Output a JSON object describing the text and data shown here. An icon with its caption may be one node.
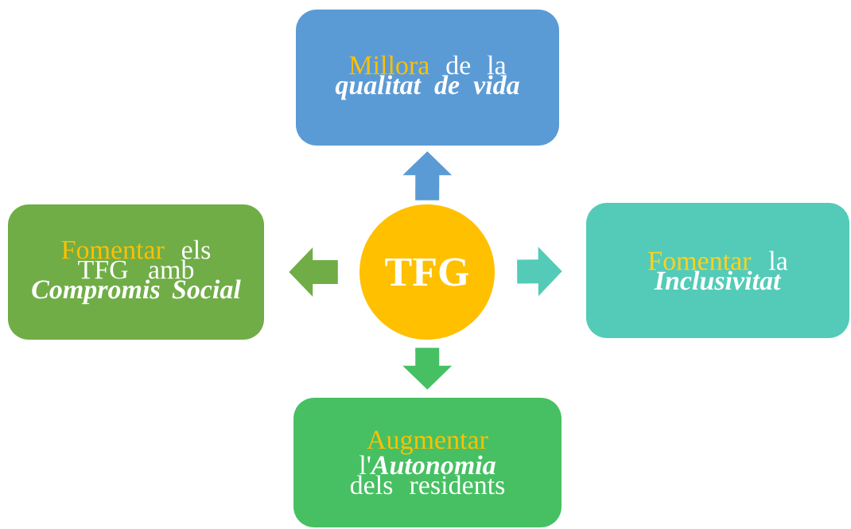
{
  "diagram": {
    "nodes": [
      {
        "text": [
          "TFG"
        ]
      },
      {
        "text": [
          "Millora",
          "de la *qualitat de vida*"
        ]
      },
      {
        "text": [
          "Fomentar",
          "els TFG amb *Compromis Social*"
        ]
      },
      {
        "text": [
          "Fomentar",
          "la *Inclusivitat*"
        ]
      },
      {
        "text": [
          "Augmentar",
          "l'*Autonomia* dels residents"
        ]
      }
    ],
    "edges": [
      {
        "from": 0,
        "to": 1,
        "arrow": "to",
        "color": "#5b9bd5"
      },
      {
        "from": 0,
        "to": 2,
        "arrow": "to",
        "color": "#70ad47"
      },
      {
        "from": 0,
        "to": 3,
        "arrow": "to",
        "color": "#53cbb8"
      },
      {
        "from": 0,
        "to": 4,
        "arrow": "to",
        "color": "#47c063"
      }
    ]
  }
}
